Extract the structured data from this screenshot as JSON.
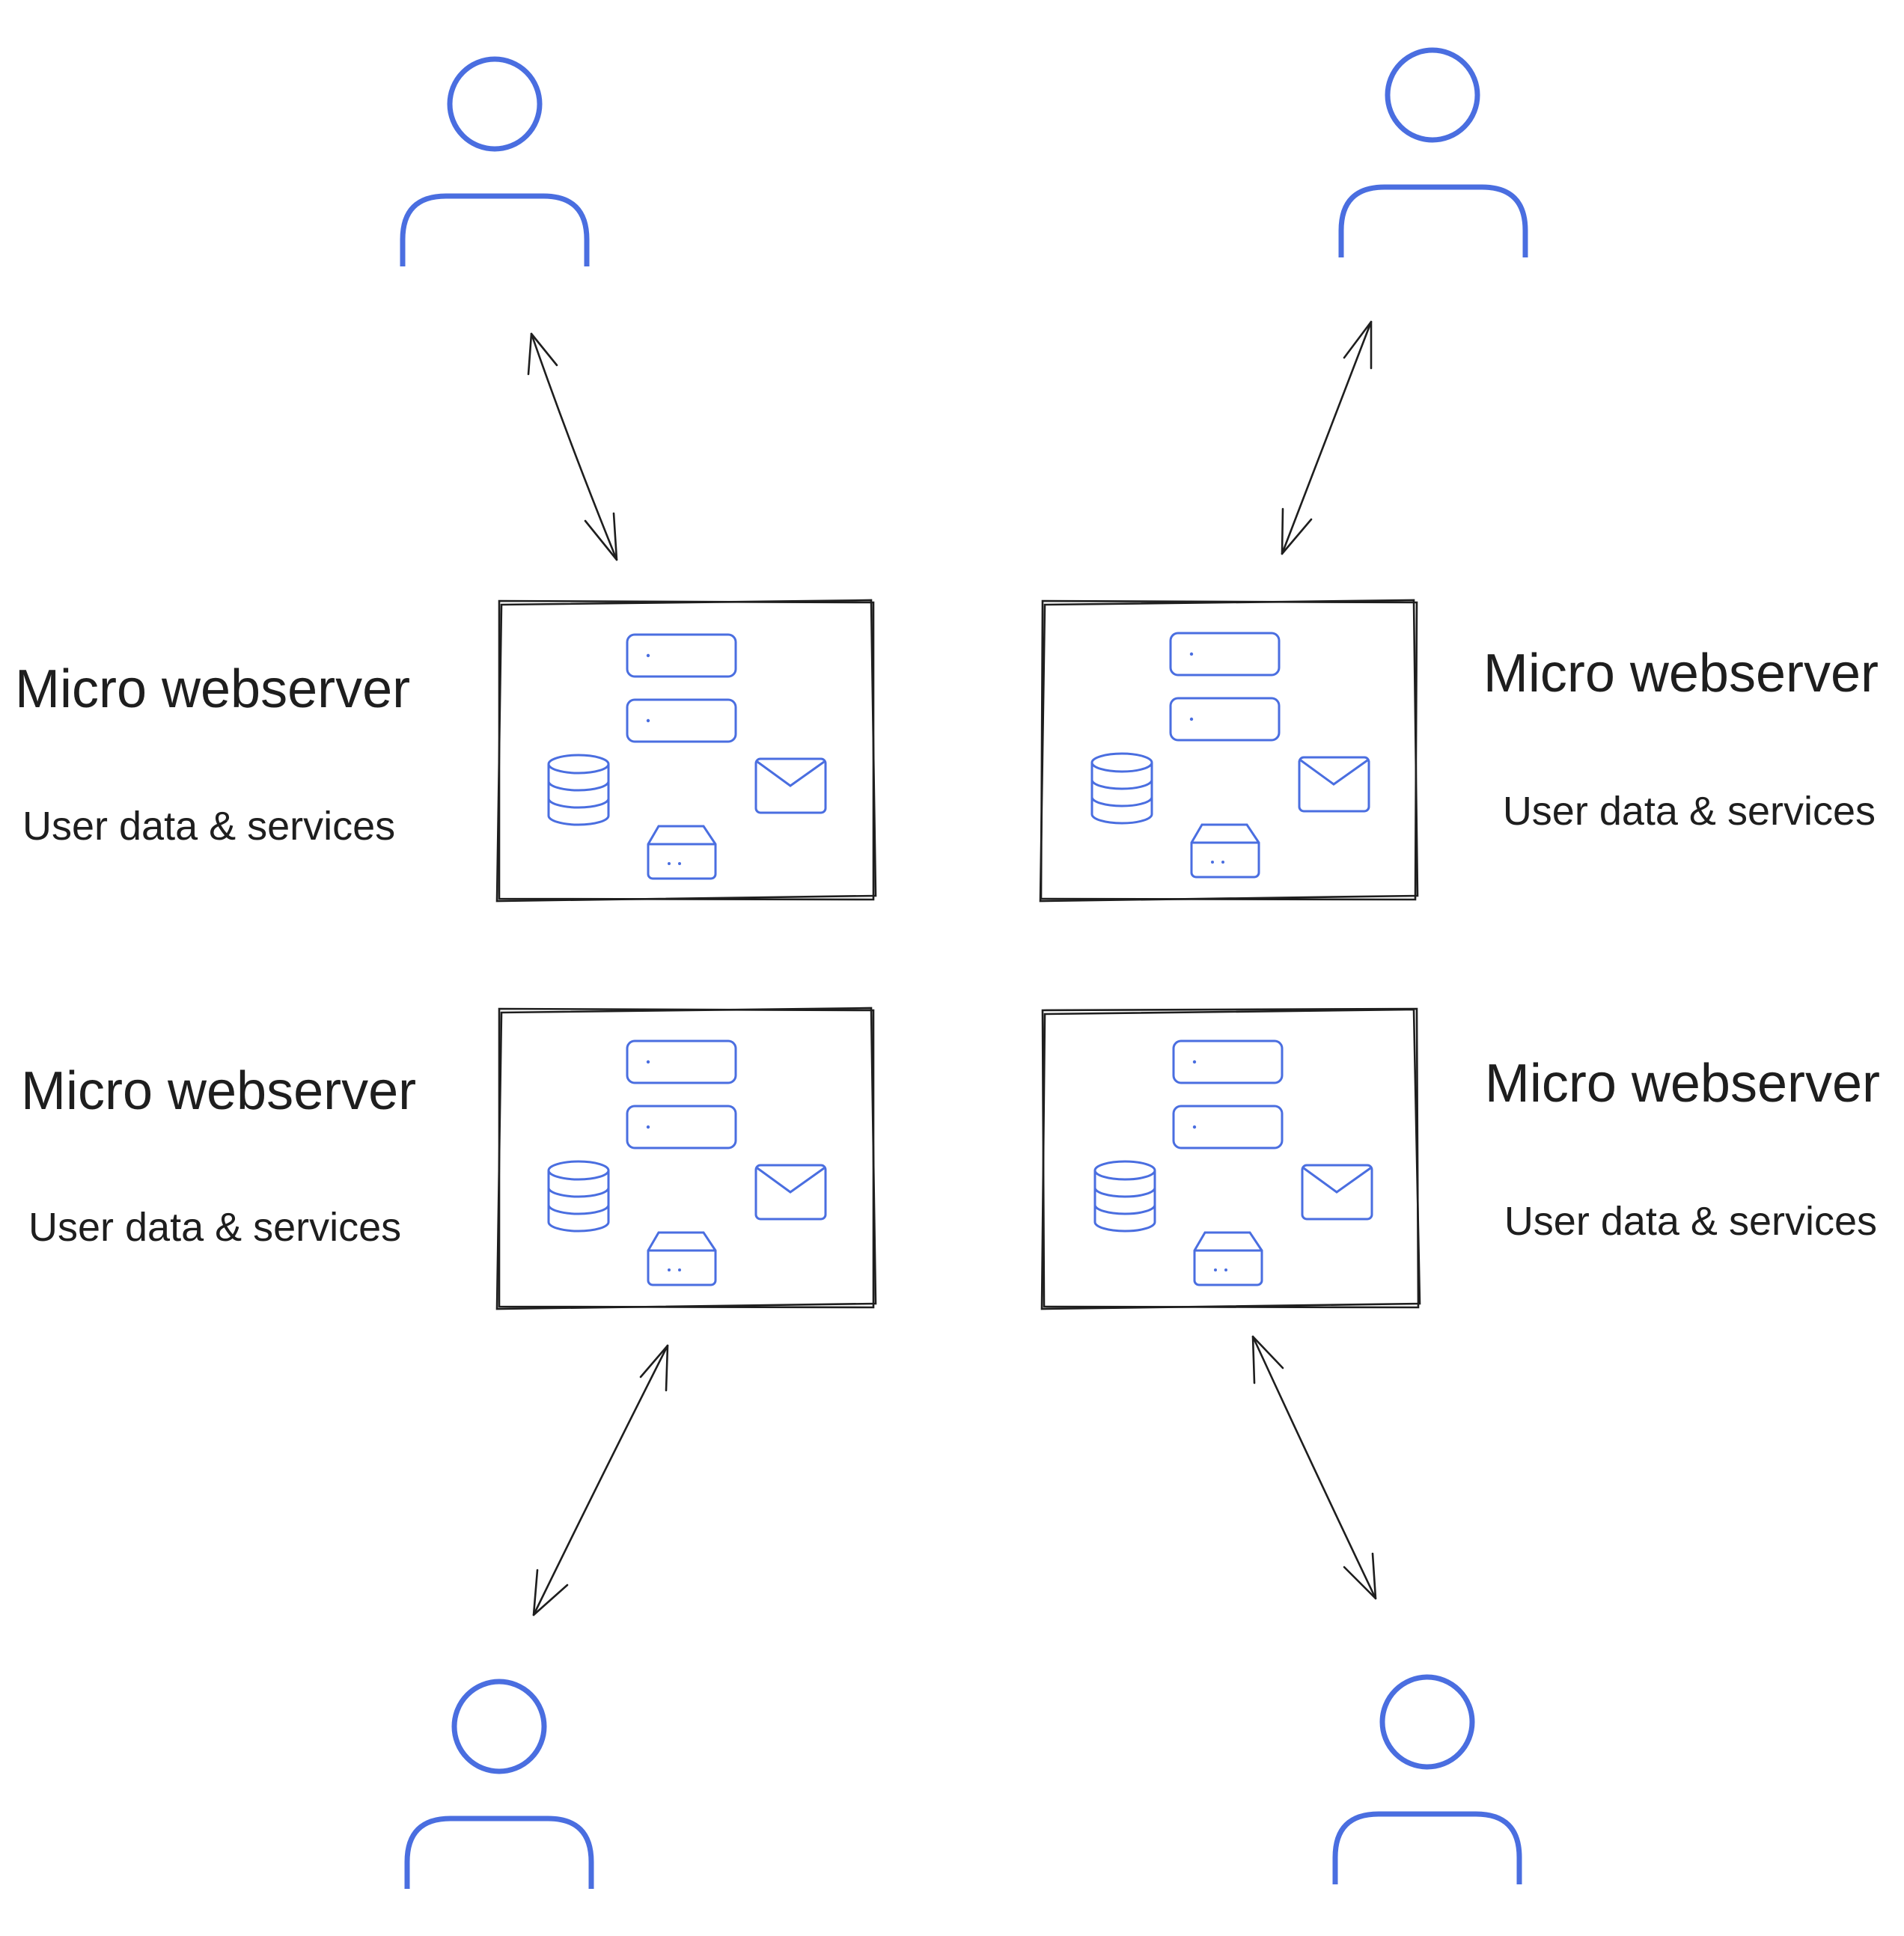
{
  "colors": {
    "accent": "#4a6ee0",
    "ink": "#1e1e1e",
    "background": "#ffffff"
  },
  "servers": [
    {
      "title": "Micro webserver",
      "subtitle": "User data & services"
    },
    {
      "title": "Micro webserver",
      "subtitle": "User data & services"
    },
    {
      "title": "Micro webserver",
      "subtitle": "User data & services"
    },
    {
      "title": "Micro webserver",
      "subtitle": "User data & services"
    }
  ],
  "icons": [
    "user-icon",
    "server-rack-icon",
    "database-icon",
    "mail-icon",
    "storage-drive-icon",
    "bidirectional-arrow"
  ]
}
